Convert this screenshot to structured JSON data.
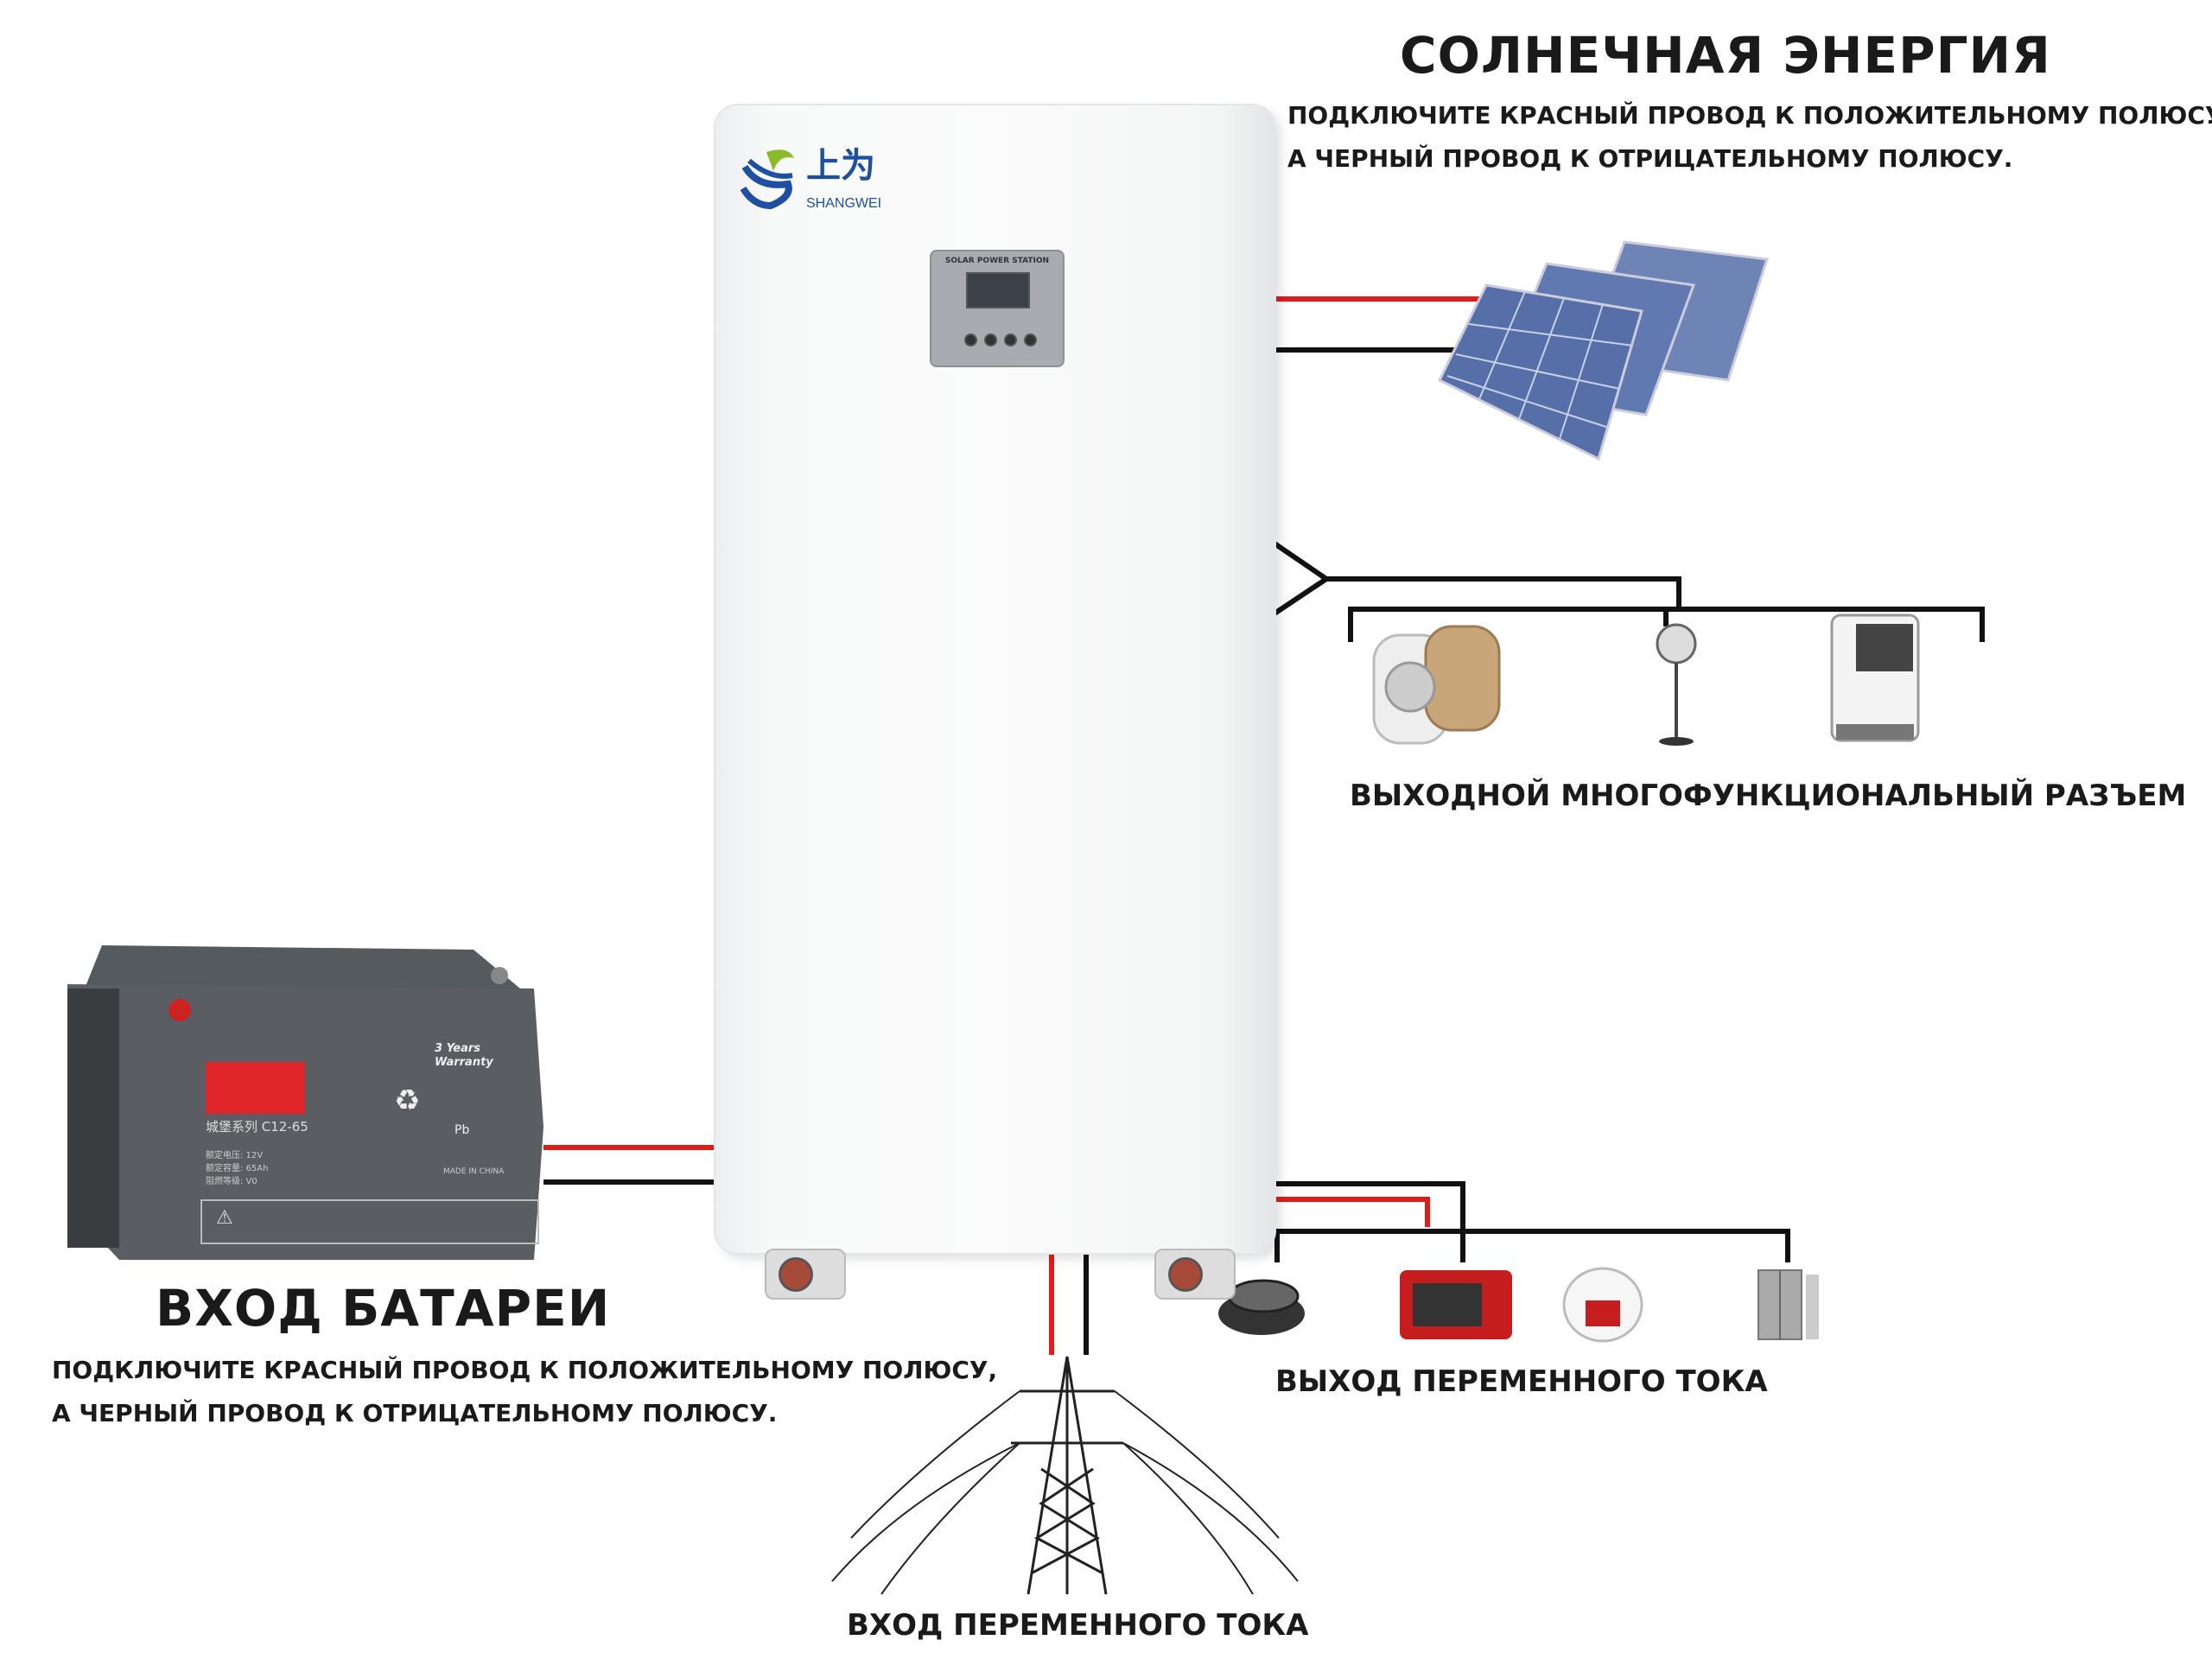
{
  "solar": {
    "title": "СОЛНЕЧНАЯ ЭНЕРГИЯ",
    "line1": "ПОДКЛЮЧИТЕ КРАСНЫЙ ПРОВОД К ПОЛОЖИТЕЛЬНОМУ ПОЛЮСУ,",
    "line2": "А ЧЕРНЫЙ ПРОВОД К ОТРИЦАТЕЛЬНОМУ ПОЛЮСУ."
  },
  "device": {
    "logo_cn": "上为",
    "logo_en": "SHANGWEI",
    "panel_title": "SOLAR POWER STATION"
  },
  "multi_output": {
    "label": "ВЫХОДНОЙ МНОГОФУНКЦИОНАЛЬНЫЙ РАЗЪЕМ"
  },
  "battery": {
    "title": "ВХОД БАТАРЕИ",
    "line1": "ПОДКЛЮЧИТЕ КРАСНЫЙ ПРОВОД К ПОЛОЖИТЕЛЬНОМУ ПОЛЮСУ,",
    "line2": "А ЧЕРНЫЙ ПРОВОД К ОТРИЦАТЕЛЬНОМУ ПОЛЮСУ.",
    "model": "城堡系列 C12-65",
    "specs": [
      "额定电压: 12V",
      "额定容量: 65Ah",
      "阻燃等级: V0"
    ],
    "warranty": "3 Years Warranty",
    "pb": "Pb",
    "made_in": "MADE IN CHINA"
  },
  "ac_input": {
    "label": "ВХОД ПЕРЕМЕННОГО ТОКА"
  },
  "ac_output": {
    "label": "ВЫХОД ПЕРЕМЕННОГО ТОКА"
  },
  "colors": {
    "positive": "#e31b1b",
    "negative": "#111111",
    "logo_blue": "#1f4fa0",
    "logo_green": "#8bbb2a"
  }
}
